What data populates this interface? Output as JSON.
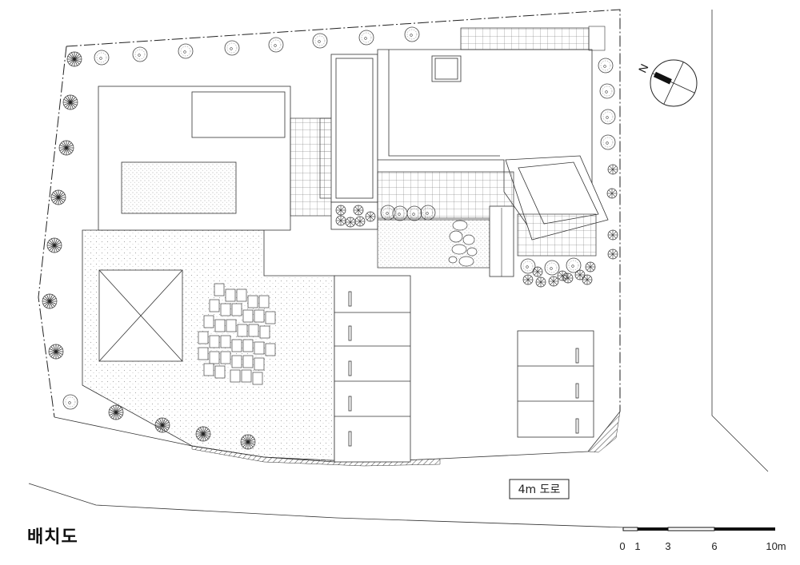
{
  "drawing": {
    "title": "배치도",
    "road_label": "4m 도로",
    "north_label": "N"
  },
  "scale_bar": {
    "ticks": [
      "0",
      "1",
      "3",
      "6",
      "10m"
    ]
  },
  "colors": {
    "line": "#222222",
    "paving_dots": "#bbbbbb",
    "tree": "#333333",
    "hatch": "#555555"
  },
  "icons": [
    "north-arrow-icon",
    "tree-icon",
    "shrub-icon",
    "stepping-stone-icon"
  ]
}
